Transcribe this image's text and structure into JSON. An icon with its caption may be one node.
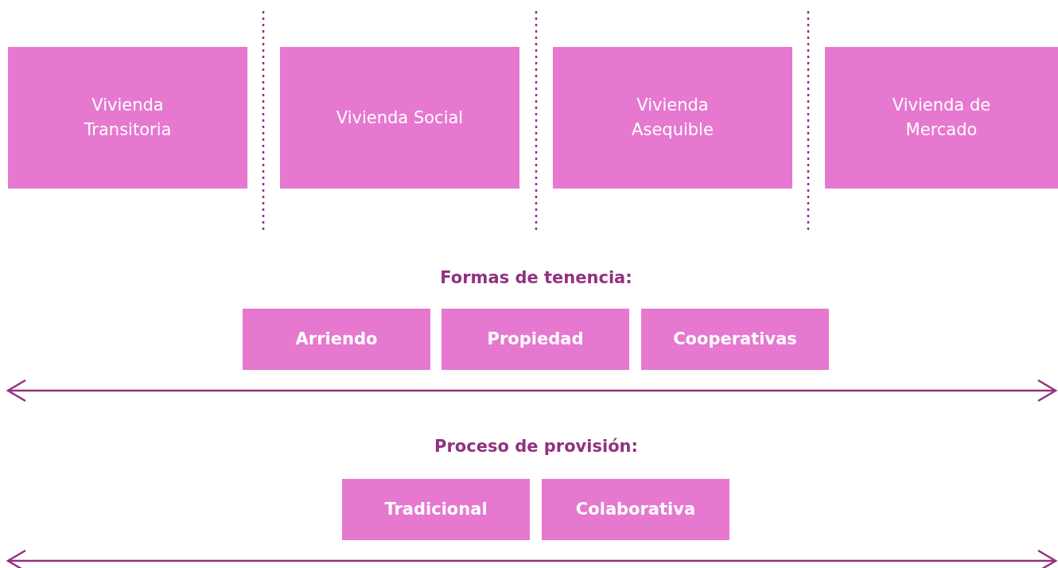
{
  "diagram": {
    "nodes": [
      {
        "text": [
          "Vivienda Transitoria"
        ]
      },
      {
        "text": [
          "Vivienda Social"
        ]
      },
      {
        "text": [
          "Vivienda Asequible"
        ]
      },
      {
        "text": [
          "Vivienda de Mercado"
        ]
      },
      {
        "text": [
          "Arriendo"
        ]
      },
      {
        "text": [
          "Propiedad"
        ]
      },
      {
        "text": [
          "Cooperativas"
        ]
      },
      {
        "text": [
          "Tradicional"
        ]
      },
      {
        "text": [
          "Colaborativa"
        ]
      }
    ],
    "labels": [
      "Formas de tenencia:",
      "Proceso de provisión:"
    ]
  }
}
